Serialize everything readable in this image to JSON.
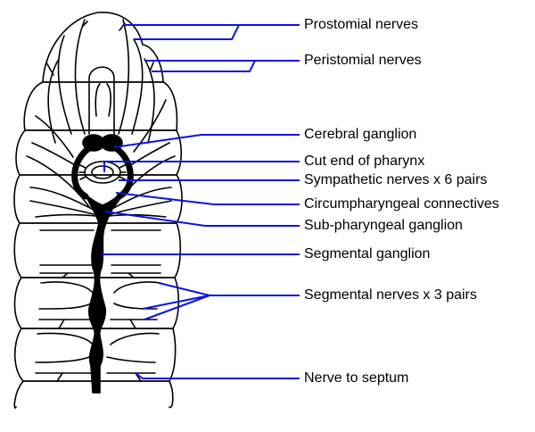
{
  "figure": {
    "subject": "Earthworm anterior nervous system (dorsal view)",
    "leader_color": "#0a14e6",
    "line_color": "#000000",
    "background": "#ffffff"
  },
  "labels": [
    {
      "id": "prostomial",
      "text": "Prostomial nerves"
    },
    {
      "id": "peristomial",
      "text": "Peristomial nerves"
    },
    {
      "id": "cerebral",
      "text": "Cerebral ganglion"
    },
    {
      "id": "pharynx",
      "text": "Cut end of pharynx"
    },
    {
      "id": "sympathetic",
      "text": "Sympathetic nerves x 6 pairs"
    },
    {
      "id": "circum",
      "text": "Circumpharyngeal connectives"
    },
    {
      "id": "subpharyngeal",
      "text": "Sub-pharyngeal ganglion"
    },
    {
      "id": "segganglion",
      "text": "Segmental ganglion"
    },
    {
      "id": "segnerves",
      "text": "Segmental nerves x 3 pairs"
    },
    {
      "id": "septum",
      "text": "Nerve to septum"
    }
  ]
}
